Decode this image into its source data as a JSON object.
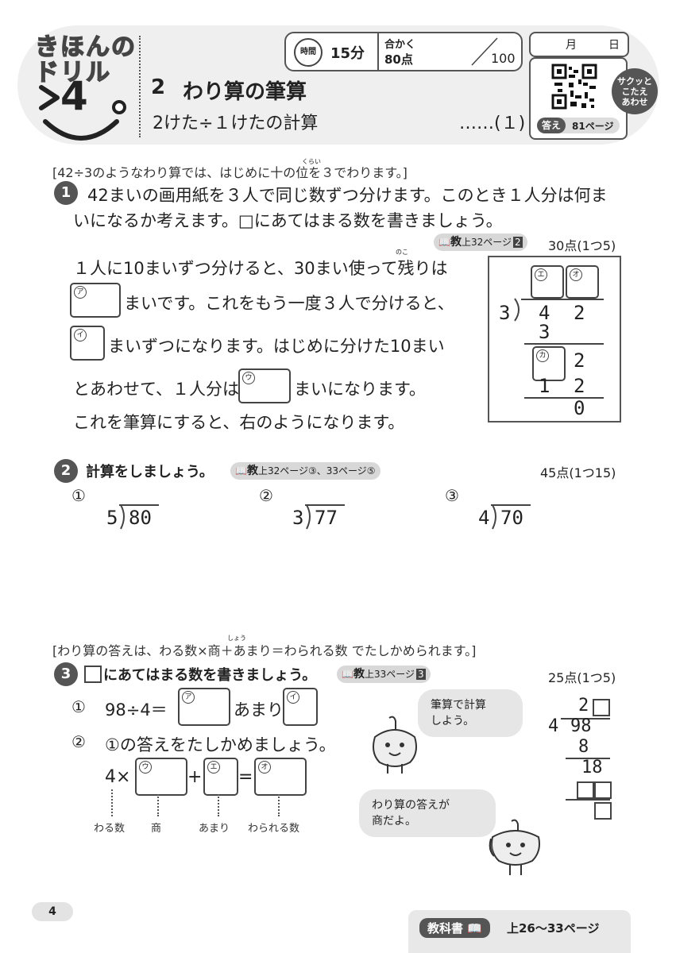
{
  "header": {
    "logo_line1": "きほんの",
    "logo_line2": "ドリル",
    "logo_number": "4",
    "unit_number": "2",
    "unit_title": "わり算の筆算",
    "subtitle": "2けた÷１けたの計算",
    "subtitle_part": "……(１)",
    "time_label": "時間",
    "time_value": "15分",
    "pass_label": "合かく",
    "pass_value": "80点",
    "total": "100",
    "date_month": "月",
    "date_day": "日",
    "sakutto": [
      "サクッと",
      "こたえ",
      "あわせ"
    ],
    "answer_label": "答え",
    "answer_page": "81ページ"
  },
  "section1": {
    "intro": "[42÷3のようなわり算では、はじめに十の位を３でわります。]",
    "ruby_kurai": "くらい",
    "q_num": "1",
    "question_line1": "42まいの画用紙を３人で同じ数ずつ分けます。このとき１人分は何ま",
    "question_line2": "いになるか考えます。□にあてはまる数を書きましょう。",
    "ref": {
      "kyo": "教",
      "text": "上32ページ",
      "num": "2"
    },
    "points": "30点(1つ5)",
    "line1": "１人に10まいずつ分けると、30まい使って残りは",
    "ruby_noko": "のこ",
    "line2": "まいです。これをもう一度３人で分けると、",
    "line3": "まいずつになります。はじめに分けた10まい",
    "line4a": "とあわせて、１人分は",
    "line4b": "まいになります。",
    "line5": "これを筆算にすると、右のようになります。",
    "labels": {
      "a": "ア",
      "i": "イ",
      "u": "ウ",
      "e": "エ",
      "o": "オ",
      "ka": "カ"
    },
    "calc": {
      "divisor": "3",
      "dividend": [
        "4",
        "2"
      ],
      "sub1": "3",
      "row2": "2",
      "sub2": [
        "1",
        "2"
      ],
      "rem": "0"
    }
  },
  "section2": {
    "q_num": "2",
    "question": "計算をしましょう。",
    "ref": {
      "kyo": "教",
      "text": "上32ページ③、33ページ⑤"
    },
    "points": "45点(1つ15)",
    "problems": [
      {
        "mark": "①",
        "divisor": "5",
        "dividend": "80"
      },
      {
        "mark": "②",
        "divisor": "3",
        "dividend": "77"
      },
      {
        "mark": "③",
        "divisor": "4",
        "dividend": "70"
      }
    ]
  },
  "section3": {
    "intro": "[わり算の答えは、わる数×商＋あまり＝わられる数 でたしかめられます。]",
    "ruby_shou": "しょう",
    "q_num": "3",
    "question": "にあてはまる数を書きましょう。",
    "ref": {
      "kyo": "教",
      "text": "上33ページ",
      "num": "3"
    },
    "points": "25点(1つ5)",
    "p1_mark": "①",
    "p1_expr": "98÷4＝",
    "p1_amari": "あまり",
    "p2_mark": "②",
    "p2_text": "①の答えをたしかめましょう。",
    "eq_prefix": "4×",
    "eq_plus": "+",
    "eq_equal": "=",
    "under_labels": [
      "わる数",
      "商",
      "あまり",
      "わられる数"
    ],
    "bubble1_line1": "筆算で計算",
    "bubble1_line2": "しよう。",
    "bubble2_line1": "わり算の答えが",
    "bubble2_line2": "商だよ。",
    "calc": {
      "quot_digit": "2",
      "divisor": "4",
      "dividend": "98",
      "sub1": "8",
      "row2": "18"
    }
  },
  "footer": {
    "page_number": "4",
    "textbook_label": "教科書",
    "textbook_pages": "上26～33ページ"
  }
}
